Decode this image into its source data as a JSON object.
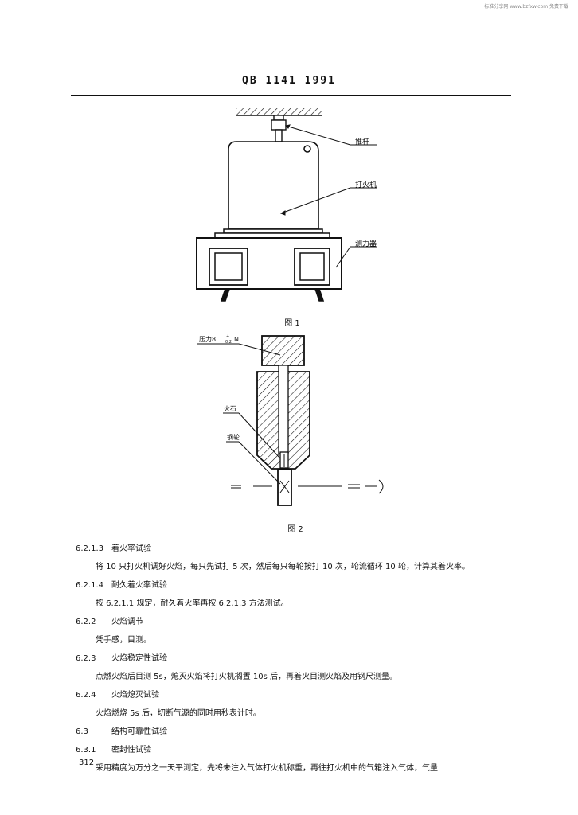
{
  "watermark": "标准分享网 www.bzfxw.com 免费下载",
  "header": "QB 1141  1991",
  "figure1": {
    "labels": {
      "pushrod": "推杆",
      "lighter": "打火机",
      "dynamometer": "测力器"
    },
    "caption": "图 1"
  },
  "figure2": {
    "labels": {
      "pressure": "压力8.",
      "tolerance_top": "+",
      "tolerance_bottom": "0.2",
      "unit": "N",
      "flint": "火石",
      "wheel": "钢轮"
    },
    "caption": "图 2"
  },
  "sections": [
    {
      "number": "6.2.1.3",
      "title": "着火率试验",
      "body": [
        "将 10 只打火机调好火焰，每只先试打 5 次，然后每只每轮按打 10 次，轮流循环 10 轮，计算其着火率。"
      ]
    },
    {
      "number": "6.2.1.4",
      "title": "耐久着火率试验",
      "body": [
        "按 6.2.1.1 规定，耐久着火率再按 6.2.1.3 方法测试。"
      ]
    },
    {
      "number": "6.2.2",
      "title": "火焰调节",
      "body": [
        "凭手感，目测。"
      ]
    },
    {
      "number": "6.2.3",
      "title": "火焰稳定性试验",
      "body": [
        "点燃火焰后目测 5s，熄灭火焰将打火机搁置 10s 后，再着火目测火焰及用钢尺测量。"
      ]
    },
    {
      "number": "6.2.4",
      "title": "火焰熄灭试验",
      "body": [
        "火焰燃烧 5s 后，切断气源的同时用秒表计时。"
      ]
    },
    {
      "number": "6.3",
      "title": "结构可靠性试验",
      "body": []
    },
    {
      "number": "6.3.1",
      "title": "密封性试验",
      "body": [
        "采用精度为万分之一天平测定，先将未注入气体打火机称重，再往打火机中的气箱注入气体，气量"
      ]
    }
  ],
  "page_number": "312"
}
